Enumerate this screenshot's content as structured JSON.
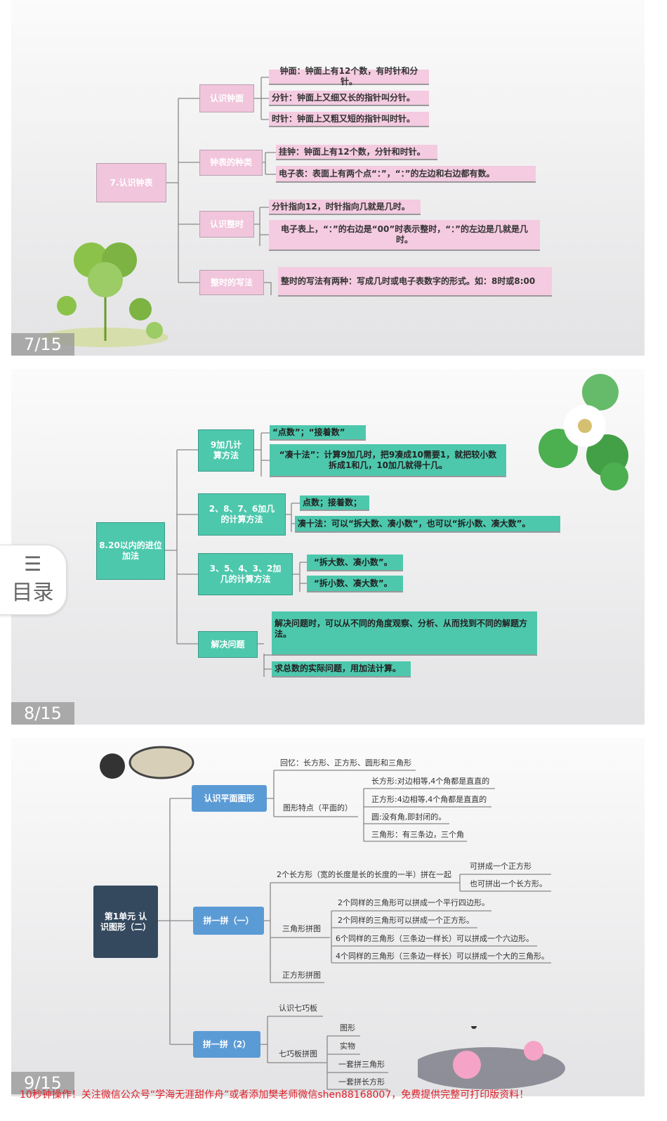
{
  "slides": [
    {
      "page": "7/15",
      "color": "#f1c5dc",
      "root": "7.认识钟表",
      "branches": [
        {
          "label": "认识钟面",
          "leaves": [
            "钟面：钟面上有12个数，有时针和分针。",
            "分针：钟面上又细又长的指针叫分针。",
            "时针：钟面上又粗又短的指针叫时针。"
          ]
        },
        {
          "label": "钟表的种类",
          "leaves": [
            "挂钟：钟面上有12个数，分针和时针。",
            "电子表：表面上有两个点“：”，“：”的左边和右边都有数。"
          ]
        },
        {
          "label": "认识整时",
          "leaves": [
            "分针指向12，时针指向几就是几时。",
            "电子表上，“：”的右边是“00”时表示整时，“：”的左边是几就是几时。"
          ]
        },
        {
          "label": "整时的写法",
          "leaves": [
            "整时的写法有两种：写成几时或电子表数字的形式。如：8时或8:00"
          ]
        }
      ]
    },
    {
      "page": "8/15",
      "color": "#4dc8ad",
      "root": "8.20以内的进位加法",
      "branches": [
        {
          "label": "9加几计算方法",
          "leaves": [
            "“点数”；“接着数”",
            "“凑十法”：计算9加几时，把9凑成10需要1，就把较小数拆成1和几，10加几就得十几。"
          ]
        },
        {
          "label": "2、8、7、6加几的计算方法",
          "leaves": [
            "点数；接着数；",
            "凑十法：可以“拆大数、凑小数”，也可以“拆小数、凑大数”。"
          ]
        },
        {
          "label": "3、5、4、3、2加几的计算方法",
          "leaves": [
            "“拆大数、凑小数”。",
            "“拆小数、凑大数”。"
          ]
        },
        {
          "label": "解决问题",
          "leaves": [
            "解决问题时，可以从不同的角度观察、分析、从而找到不同的解题方法。",
            "求总数的实际问题，用加法计算。"
          ]
        }
      ]
    },
    {
      "page": "9/15",
      "color": "#5b9bd5",
      "root": "第1单元 认识图形（二）",
      "branches": [
        {
          "label": "认识平面图形",
          "items": [
            "回忆：长方形、正方形、圆形和三角形",
            "图形特点（平面的）"
          ],
          "sub": [
            "长方形:对边相等,4个角都是直直的",
            "正方形:4边相等,4个角都是直直的",
            "圆:没有角,即封闭的。",
            "三角形：有三条边，三个角"
          ]
        },
        {
          "label": "拼一拼（一）",
          "items": [
            "2个长方形（宽的长度是长的长度的一半）拼在一起",
            "三角形拼图",
            "正方形拼图"
          ],
          "sub_rect": [
            "可拼成一个正方形",
            "也可拼出一个长方形。"
          ],
          "sub_tri": [
            "2个同样的三角形可以拼成一个平行四边形。",
            "2个同样的三角形可以拼成一个正方形。",
            "6个同样的三角形（三条边一样长）可以拼成一个六边形。",
            "4个同样的三角形（三条边一样长）可以拼成一个大的三角形。"
          ]
        },
        {
          "label": "拼一拼（2）",
          "items": [
            "认识七巧板",
            "七巧板拼图"
          ],
          "sub": [
            "图形",
            "实物",
            "一套拼三角形",
            "一套拼长方形"
          ]
        }
      ]
    }
  ],
  "toc": {
    "icon": "list-icon",
    "label": "目录"
  },
  "footer": "10秒钟操作！关注微信公众号“学海无涯甜作舟”或者添加樊老师微信shen88168007，免费提供完整可打印版资料！"
}
